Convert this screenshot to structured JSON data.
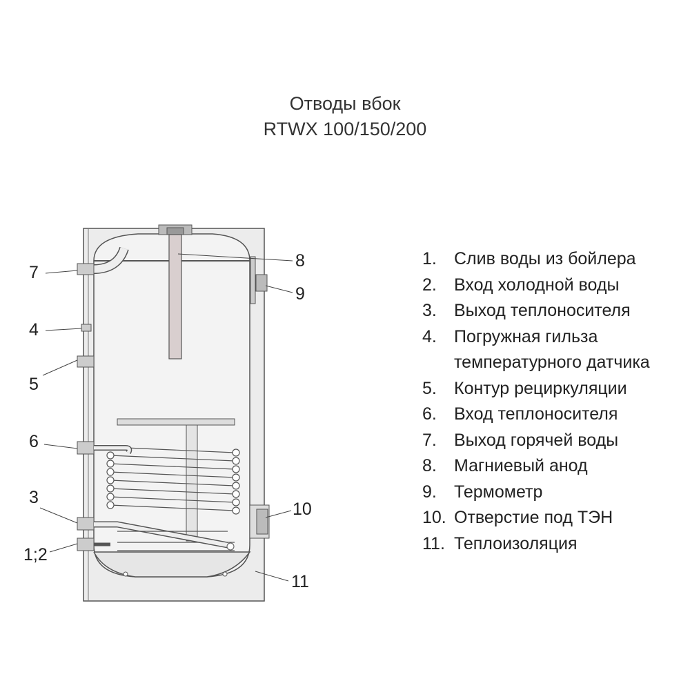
{
  "title": {
    "line1": "Отводы вбок",
    "line2": "RTWX 100/150/200"
  },
  "callouts": {
    "c7": "7",
    "c4": "4",
    "c5": "5",
    "c6": "6",
    "c3": "3",
    "c12": "1;2",
    "c8": "8",
    "c9": "9",
    "c10": "10",
    "c11": "11"
  },
  "legend": [
    {
      "num": "1.",
      "lines": [
        "Слив воды из бойлера"
      ]
    },
    {
      "num": "2.",
      "lines": [
        "Вход холодной воды"
      ]
    },
    {
      "num": "3.",
      "lines": [
        "Выход теплоносителя"
      ]
    },
    {
      "num": "4.",
      "lines": [
        "Погружная гильза",
        "температурного датчика"
      ]
    },
    {
      "num": "5.",
      "lines": [
        "Контур рециркуляции"
      ]
    },
    {
      "num": "6.",
      "lines": [
        "Вход теплоносителя"
      ]
    },
    {
      "num": "7.",
      "lines": [
        "Выход горячей воды"
      ]
    },
    {
      "num": "8.",
      "lines": [
        "Магниевый анод"
      ]
    },
    {
      "num": "9.",
      "lines": [
        "Термометр"
      ]
    },
    {
      "num": "10.",
      "lines": [
        "Отверстие под ТЭН"
      ]
    },
    {
      "num": "11.",
      "lines": [
        "Теплоизоляция"
      ]
    }
  ]
}
